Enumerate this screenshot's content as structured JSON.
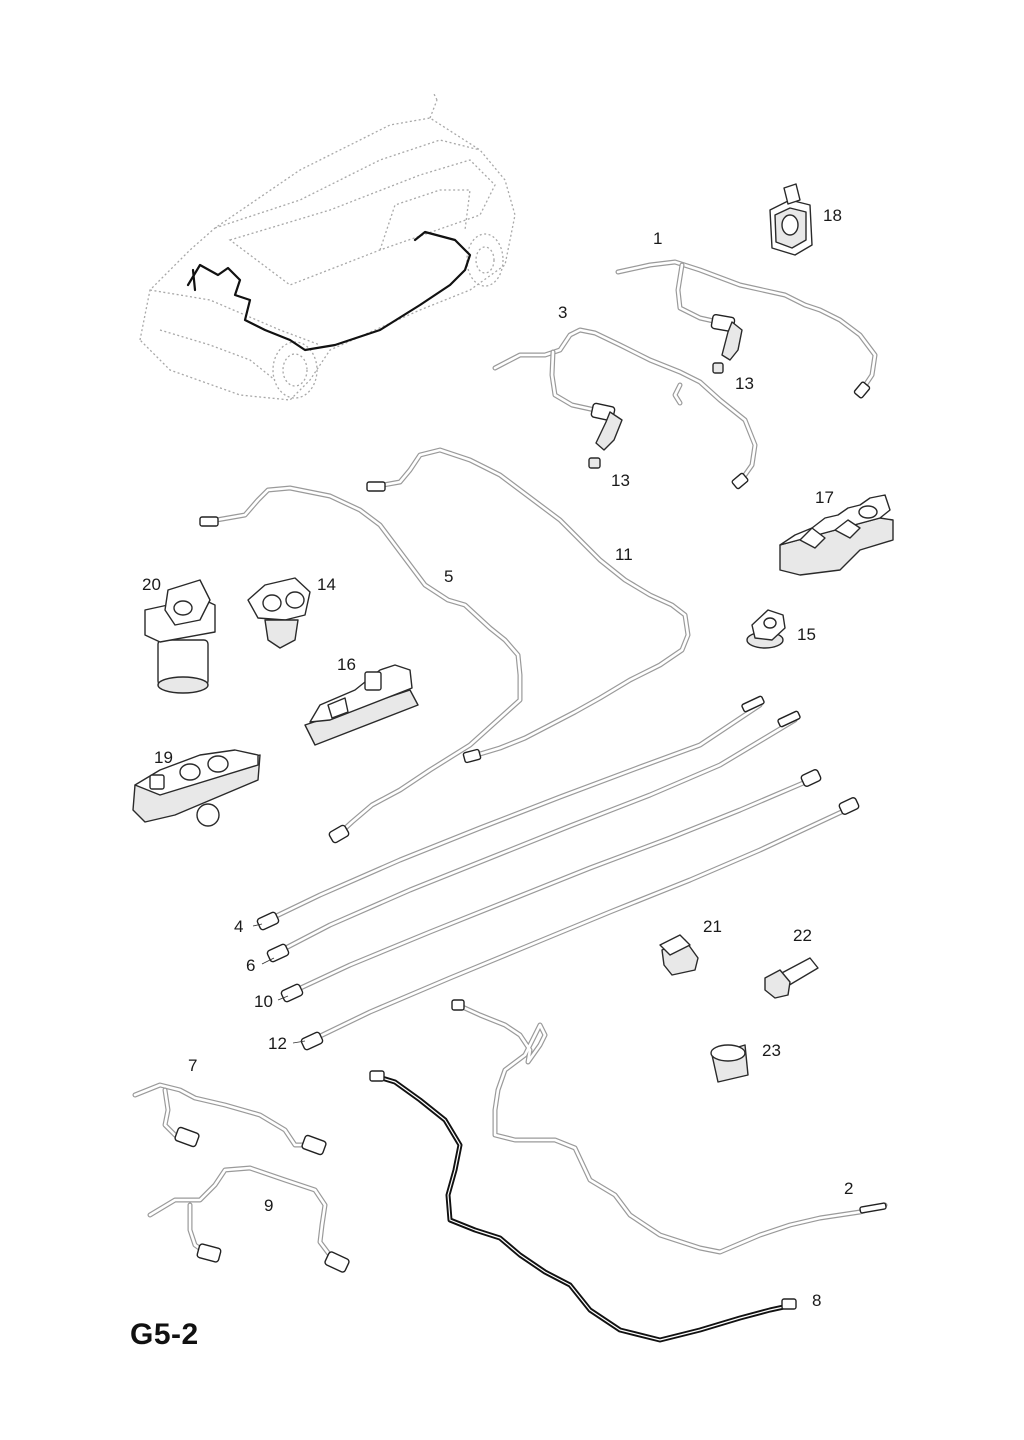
{
  "diagram": {
    "page_code": "G5-2",
    "callouts": {
      "c1": "1",
      "c2": "2",
      "c3": "3",
      "c4": "4",
      "c5": "5",
      "c6": "6",
      "c7": "7",
      "c8": "8",
      "c9": "9",
      "c10": "10",
      "c11": "11",
      "c12": "12",
      "c13a": "13",
      "c13b": "13",
      "c14": "14",
      "c15": "15",
      "c16": "16",
      "c17": "17",
      "c18": "18",
      "c19": "19",
      "c20": "20",
      "c21": "21",
      "c22": "22",
      "c23": "23"
    }
  }
}
